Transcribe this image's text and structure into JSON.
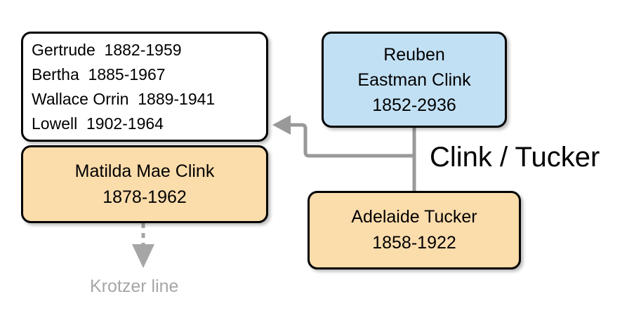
{
  "diagram": {
    "title_label": "Clink / Tucker",
    "background_color": "#ffffff",
    "colors": {
      "male_fill": "#c2e0f4",
      "female_fill": "#fbdcab",
      "children_fill": "#ffffff",
      "border": "#000000",
      "connector": "#999999",
      "muted_text": "#a6a6a6"
    }
  },
  "nodes": {
    "children_box": {
      "name": "children-list",
      "fill": "#ffffff",
      "entries": [
        "Gertrude  1882-1959",
        "Bertha  1885-1967",
        "Wallace Orrin  1889-1941",
        "Lowell  1902-1964"
      ]
    },
    "matilda": {
      "name": "Matilda Mae Clink",
      "dates": "1878-1962",
      "fill": "#fbdcab"
    },
    "reuben": {
      "name_line1": "Reuben",
      "name_line2": "Eastman Clink",
      "dates": "1852-2936",
      "fill": "#c2e0f4"
    },
    "adelaide": {
      "name": "Adelaide Tucker",
      "dates": "1858-1922",
      "fill": "#fbdcab"
    }
  },
  "annotations": {
    "krotzer_line": "Krotzer line"
  }
}
